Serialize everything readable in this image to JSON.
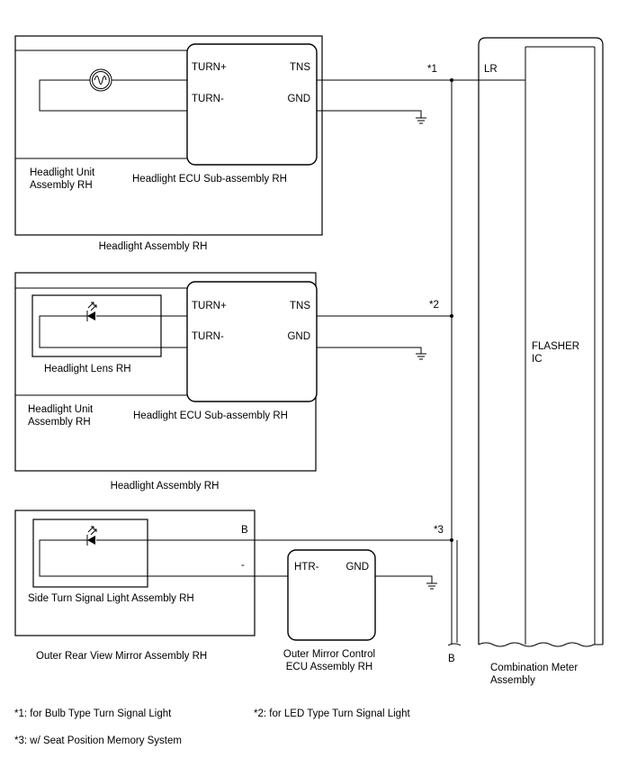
{
  "block1": {
    "assembly": "Headlight Assembly RH",
    "unit_line1": "Headlight Unit",
    "unit_line2": "Assembly RH",
    "ecu": "Headlight ECU Sub-assembly RH",
    "turn_plus": "TURN+",
    "turn_minus": "TURN-",
    "tns": "TNS",
    "gnd": "GND",
    "note_ref": "*1"
  },
  "block2": {
    "assembly": "Headlight Assembly RH",
    "lens": "Headlight Lens RH",
    "unit_line1": "Headlight Unit",
    "unit_line2": "Assembly RH",
    "ecu": "Headlight ECU Sub-assembly RH",
    "turn_plus": "TURN+",
    "turn_minus": "TURN-",
    "tns": "TNS",
    "gnd": "GND",
    "note_ref": "*2"
  },
  "block3": {
    "mirror": "Outer Rear View Mirror Assembly RH",
    "side_light": "Side Turn Signal Light Assembly RH",
    "pin_b": "B",
    "pin_minus": "-",
    "htr": "HTR-",
    "gnd": "GND",
    "ecu_line1": "Outer Mirror Control",
    "ecu_line2": "ECU Assembly RH",
    "note_ref": "*3"
  },
  "meter": {
    "wire_color": "LR",
    "flasher_line1": "FLASHER",
    "flasher_line2": "IC",
    "label_line1": "Combination Meter",
    "label_line2": "Assembly",
    "bottom_wire": "B"
  },
  "footnotes": {
    "n1": "*1: for Bulb Type Turn Signal Light",
    "n2": "*2: for LED Type Turn Signal Light",
    "n3": "*3: w/ Seat Position Memory System"
  }
}
